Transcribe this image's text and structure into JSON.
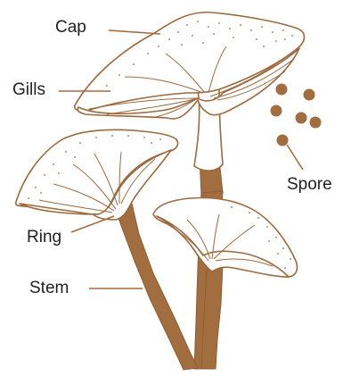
{
  "labels": {
    "cap": "Cap",
    "gills": "Gills",
    "ring": "Ring",
    "stem": "Stem",
    "spore": "Spore"
  },
  "colors": {
    "stem_fill": "#a26d3f",
    "outline": "#9c6a3d",
    "spore_fill": "#a26d3f",
    "leader_line": "#a26d3f",
    "label_text": "#1f1f1f"
  }
}
